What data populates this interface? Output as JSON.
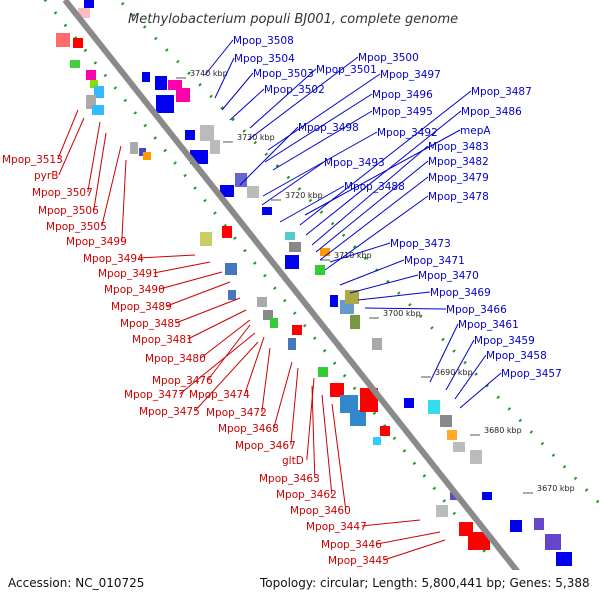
{
  "title": "Methylobacterium populi BJ001, complete genome",
  "footer": {
    "accession": "Accession: NC_010725",
    "summary": "Topology: circular; Length: 5,800,441 bp; Genes: 5,388"
  },
  "colors": {
    "axis": "#8a8a8a",
    "forward_label": "#cc0000",
    "reverse_label": "#0000cc",
    "tick_dots": "#229922",
    "gene_forward": "#ff0000",
    "gene_reverse": "#0000ee"
  },
  "kbp_ticks": [
    "3740 kbp",
    "3730 kbp",
    "3720 kbp",
    "3710 kbp",
    "3700 kbp",
    "3690 kbp",
    "3680 kbp",
    "3670 kbp"
  ],
  "reverse_labels": [
    "Mpop_3508",
    "Mpop_3504",
    "Mpop_3503",
    "Mpop_3502",
    "Mpop_3501",
    "Mpop_3500",
    "Mpop_3497",
    "Mpop_3496",
    "Mpop_3495",
    "Mpop_3498",
    "Mpop_3492",
    "mepA",
    "Mpop_3487",
    "Mpop_3486",
    "Mpop_3483",
    "Mpop_3482",
    "Mpop_3493",
    "Mpop_3479",
    "Mpop_3488",
    "Mpop_3478",
    "Mpop_3473",
    "Mpop_3471",
    "Mpop_3470",
    "Mpop_3469",
    "Mpop_3466",
    "Mpop_3461",
    "Mpop_3459",
    "Mpop_3458",
    "Mpop_3457"
  ],
  "forward_labels": [
    "Mpop_3513",
    "pyrB",
    "Mpop_3507",
    "Mpop_3506",
    "Mpop_3505",
    "Mpop_3499",
    "Mpop_3494",
    "Mpop_3491",
    "Mpop_3490",
    "Mpop_3489",
    "Mpop_3485",
    "Mpop_3481",
    "Mpop_3480",
    "Mpop_3476",
    "Mpop_3477",
    "Mpop_3474",
    "Mpop_3475",
    "Mpop_3472",
    "Mpop_3468",
    "Mpop_3467",
    "gltD",
    "Mpop_3463",
    "Mpop_3462",
    "Mpop_3460",
    "Mpop_3447",
    "Mpop_3446",
    "Mpop_3445"
  ]
}
